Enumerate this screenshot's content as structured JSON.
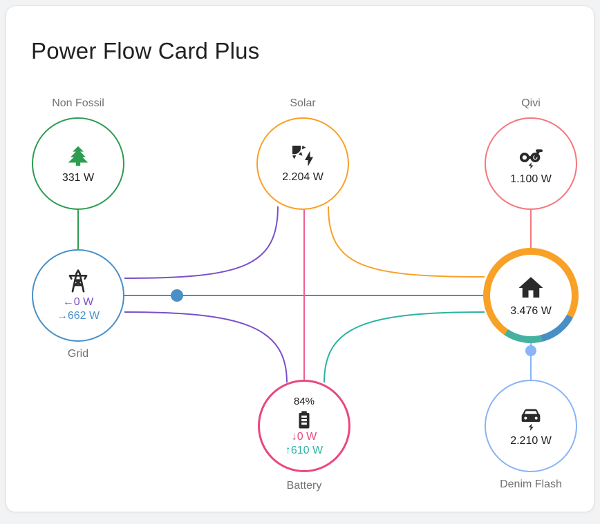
{
  "title": "Power Flow Card Plus",
  "nodes": {
    "non_fossil": {
      "label": "Non Fossil",
      "value": "331 W",
      "icon": "pine-tree-icon",
      "color": "#2d9c50"
    },
    "solar": {
      "label": "Solar",
      "value": "2.204 W",
      "icon": "solar-power-icon",
      "color": "#f9a026"
    },
    "qivi": {
      "label": "Qivi",
      "value": "1.100 W",
      "icon": "electric-scooter-icon",
      "color": "#f4777c"
    },
    "grid": {
      "label": "Grid",
      "to_grid": "←0 W",
      "from_grid": "→662 W",
      "icon": "transmission-tower-icon",
      "color": "#488fc6",
      "to_grid_color": "#7b4fc9"
    },
    "home": {
      "value": "3.476 W",
      "icon": "home-icon",
      "ring_segments": [
        "#f9a026",
        "#488fc6",
        "#45b1a0"
      ]
    },
    "battery": {
      "label": "Battery",
      "state_of_charge": "84%",
      "to_battery": "↓0 W",
      "from_battery": "↑610 W",
      "icon": "battery-icon",
      "color": "#e9487f",
      "from_battery_color": "#2ab3a2"
    },
    "denim_flash": {
      "label": "Denim Flash",
      "value": "2.210 W",
      "icon": "electric-car-icon",
      "color": "#8ab4f4"
    }
  },
  "flows": [
    {
      "name": "non-fossil-to-grid",
      "color": "#2d9c50",
      "dot": false
    },
    {
      "name": "solar-to-grid",
      "color": "#7b4fc9",
      "dot": false
    },
    {
      "name": "grid-to-home",
      "color": "#488fc6",
      "dot": true
    },
    {
      "name": "grid-to-battery",
      "color": "#7b4fc9",
      "dot": false
    },
    {
      "name": "solar-to-home",
      "color": "#f9a026",
      "dot": false
    },
    {
      "name": "solar-to-battery",
      "color": "#ee5f94",
      "dot": false
    },
    {
      "name": "battery-to-home",
      "color": "#2ab3a2",
      "dot": false
    },
    {
      "name": "qivi-to-home",
      "color": "#f4777c",
      "dot": false
    },
    {
      "name": "home-to-denim-flash",
      "color": "#8ab4f4",
      "dot": true
    }
  ]
}
